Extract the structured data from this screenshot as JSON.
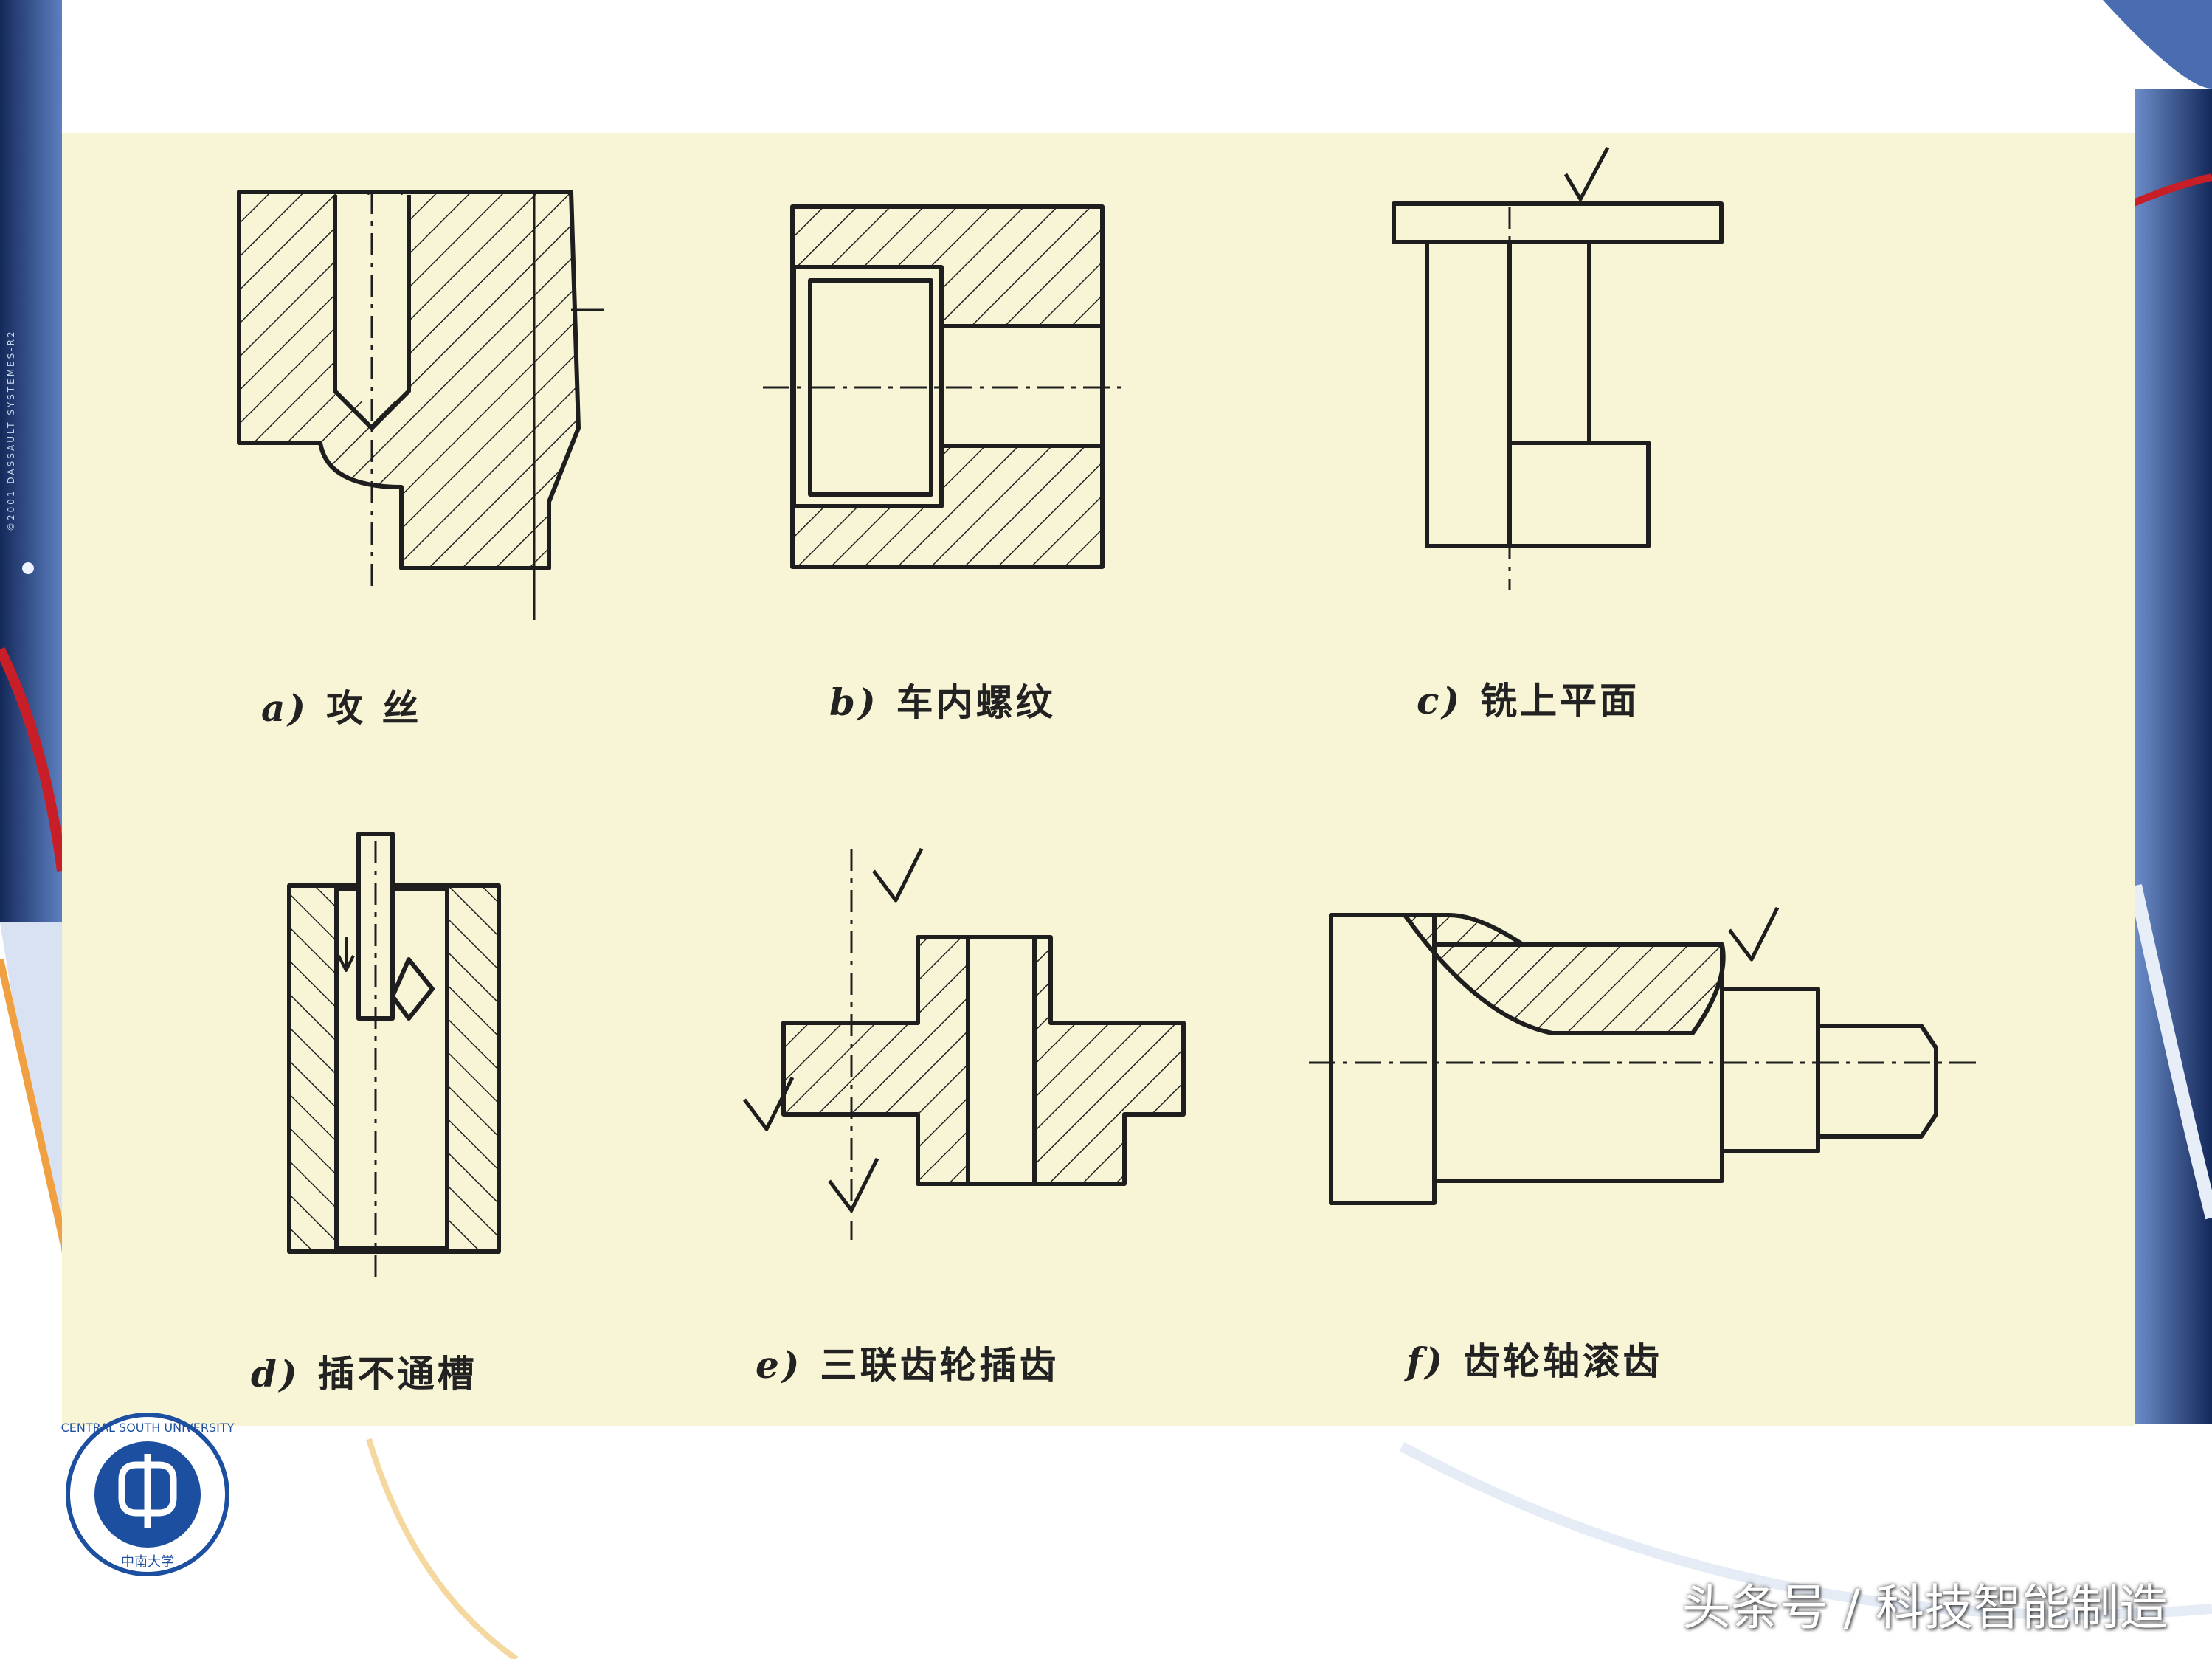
{
  "slide": {
    "sidebar_copyright": "©2001 DASSAULT SYSTEMES-R2",
    "logo_text": "CENTRAL SOUTH UNIVERSITY",
    "logo_cn": "中南大学",
    "watermark": "头条号 / 科技智能制造"
  },
  "figures": [
    {
      "letter": "a)",
      "label": "攻  丝"
    },
    {
      "letter": "b)",
      "label": "车内螺纹"
    },
    {
      "letter": "c)",
      "label": "铣上平面"
    },
    {
      "letter": "d)",
      "label": "插不通槽"
    },
    {
      "letter": "e)",
      "label": "三联齿轮插齿"
    },
    {
      "letter": "f)",
      "label": "齿轮轴滚齿"
    }
  ],
  "colors": {
    "panel": "#f8f4d6",
    "ink": "#1e1e1e",
    "left_band": "#1d3a78",
    "right_band": "#1d3a78",
    "accent_red": "#c81e28",
    "accent_orange": "#f0a040"
  }
}
